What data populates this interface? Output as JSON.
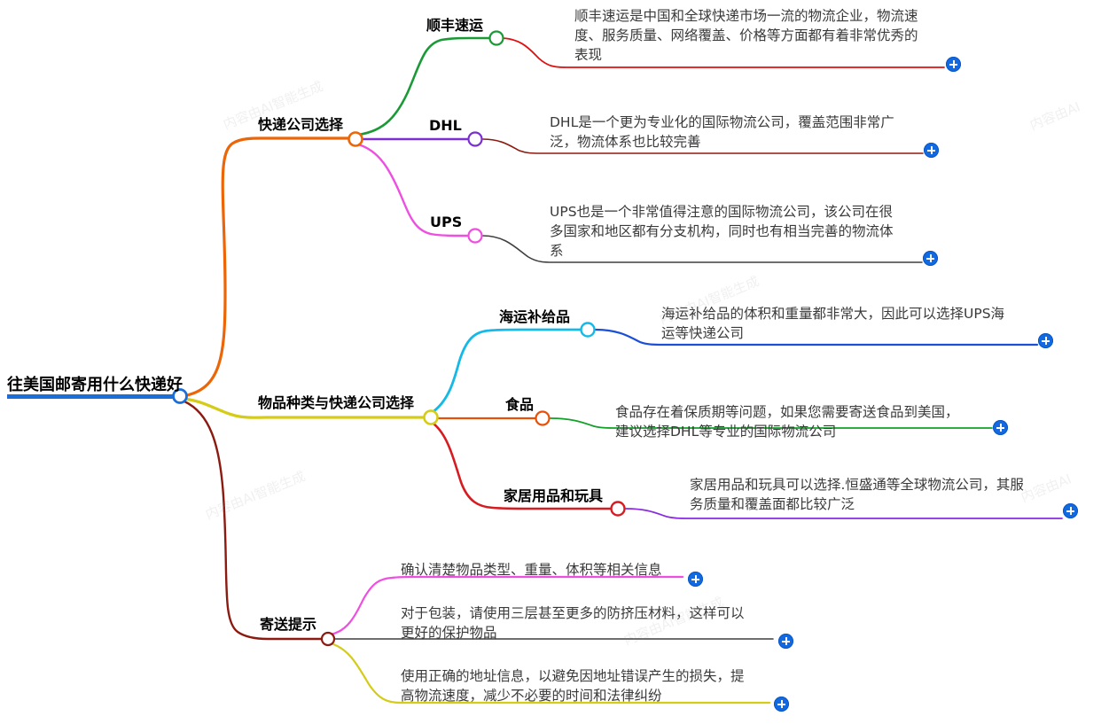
{
  "document": {
    "type": "mindmap",
    "root": {
      "label": "往美国邮寄用什么快递好",
      "color": "#1b6ed8"
    }
  },
  "colors": {
    "root_blue": "#1b6ed8",
    "orange": "#ec6608",
    "olive": "#d4cc17",
    "dark_red": "#8b1a10",
    "green": "#1a9a36",
    "purple": "#7b2fd0",
    "magenta": "#ee4fe0",
    "cyan": "#14b9e8",
    "orange_red": "#e8500a",
    "red": "#d61c20",
    "detail_red": "#e01010",
    "detail_dark_red": "#8b1a10",
    "detail_gray": "#3f3f3f",
    "detail_blue": "#1b4fd8",
    "detail_green": "#12a028",
    "detail_purple": "#8a2be2",
    "detail_magenta": "#ee4fe0",
    "detail_yellow": "#d4cc17",
    "plus_blue": "#1269e0"
  },
  "branches": [
    {
      "id": "branch-1",
      "label": "快递公司选择",
      "color": "#ec6608",
      "children": [
        {
          "id": "leaf-sf",
          "label": "顺丰速运",
          "color": "#1a9a36",
          "detail_color": "#e01010",
          "detail": "顺丰速运是中国和全球快递市场一流的物流企业，物流速度、服务质量、网络覆盖、价格等方面都有着非常优秀的表现",
          "detail_lines": [
            "顺丰速运是中国和全球快递市场一流的物流企业，物流速",
            "度、服务质量、网络覆盖、价格等方面都有着非常优秀的",
            "表现"
          ]
        },
        {
          "id": "leaf-dhl",
          "label": "DHL",
          "color": "#7b2fd0",
          "detail_color": "#8b1a10",
          "detail": "DHL是一个更为专业化的国际物流公司，覆盖范围非常广泛，物流体系也比较完善",
          "detail_lines": [
            "DHL是一个更为专业化的国际物流公司，覆盖范围非常广",
            "泛，物流体系也比较完善"
          ]
        },
        {
          "id": "leaf-ups",
          "label": "UPS",
          "color": "#ee4fe0",
          "detail_color": "#3f3f3f",
          "detail": "UPS也是一个非常值得注意的国际物流公司，该公司在很多国家和地区都有分支机构，同时也有相当完善的物流体系",
          "detail_lines": [
            "UPS也是一个非常值得注意的国际物流公司，该公司在很",
            "多国家和地区都有分支机构，同时也有相当完善的物流体",
            "系"
          ]
        }
      ]
    },
    {
      "id": "branch-2",
      "label": "物品种类与快递公司选择",
      "color": "#d4cc17",
      "children": [
        {
          "id": "leaf-sea",
          "label": "海运补给品",
          "color": "#14b9e8",
          "detail_color": "#1b4fd8",
          "detail": "海运补给品的体积和重量都非常大，因此可以选择UPS海运等快递公司",
          "detail_lines": [
            "海运补给品的体积和重量都非常大，因此可以选择UPS海",
            "运等快递公司"
          ]
        },
        {
          "id": "leaf-food",
          "label": "食品",
          "color": "#e8500a",
          "detail_color": "#12a028",
          "detail": "食品存在着保质期等问题，如果您需要寄送食品到美国，建议选择DHL等专业的国际物流公司",
          "detail_lines": [
            "食品存在着保质期等问题，如果您需要寄送食品到美国，",
            "建议选择DHL等专业的国际物流公司"
          ]
        },
        {
          "id": "leaf-home",
          "label": "家居用品和玩具",
          "color": "#d61c20",
          "detail_color": "#8a2be2",
          "detail": "家居用品和玩具可以选择.恒盛通等全球物流公司，其服务质量和覆盖面都比较广泛",
          "detail_lines": [
            "家居用品和玩具可以选择.恒盛通等全球物流公司，其服",
            "务质量和覆盖面都比较广泛"
          ]
        }
      ]
    },
    {
      "id": "branch-3",
      "label": "寄送提示",
      "color": "#8b1a10",
      "children": [
        {
          "id": "tip-1",
          "label": "",
          "color": "#ee4fe0",
          "detail_color": "#ee4fe0",
          "detail": "确认清楚物品类型、重量、体积等相关信息",
          "detail_lines": [
            "确认清楚物品类型、重量、体积等相关信息"
          ]
        },
        {
          "id": "tip-2",
          "label": "",
          "color": "#3f3f3f",
          "detail_color": "#3f3f3f",
          "detail": "对于包装，请使用三层甚至更多的防挤压材料，这样可以更好的保护物品",
          "detail_lines": [
            "对于包装，请使用三层甚至更多的防挤压材料，这样可以",
            "更好的保护物品"
          ]
        },
        {
          "id": "tip-3",
          "label": "",
          "color": "#d4cc17",
          "detail_color": "#d4cc17",
          "detail": "使用正确的地址信息，以避免因地址错误产生的损失，提高物流速度，减少不必要的时间和法律纠纷",
          "detail_lines": [
            "使用正确的地址信息，以避免因地址错误产生的损失，提",
            "高物流速度，减少不必要的时间和法律纠纷"
          ]
        }
      ]
    }
  ],
  "expand_buttons": [
    {
      "id": "expand-sf",
      "icon": "plus-icon",
      "label": "+"
    },
    {
      "id": "expand-dhl",
      "icon": "plus-icon",
      "label": "+"
    },
    {
      "id": "expand-ups",
      "icon": "plus-icon",
      "label": "+"
    },
    {
      "id": "expand-sea",
      "icon": "plus-icon",
      "label": "+"
    },
    {
      "id": "expand-food",
      "icon": "plus-icon",
      "label": "+"
    },
    {
      "id": "expand-home",
      "icon": "plus-icon",
      "label": "+"
    },
    {
      "id": "expand-tip1",
      "icon": "plus-icon",
      "label": "+"
    },
    {
      "id": "expand-tip2",
      "icon": "plus-icon",
      "label": "+"
    },
    {
      "id": "expand-tip3",
      "icon": "plus-icon",
      "label": "+"
    }
  ]
}
